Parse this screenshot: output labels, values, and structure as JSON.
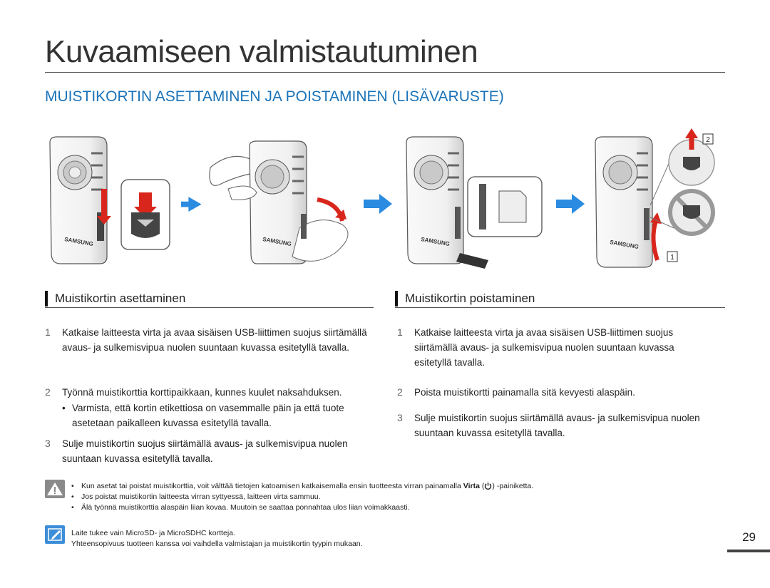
{
  "page": {
    "title": "Kuvaamiseen valmistautuminen",
    "subtitle": "MUISTIKORTIN ASETTAMINEN JA POISTAMINEN (LISÄVARUSTE)",
    "page_number": "29"
  },
  "illustration": {
    "brand": "SAMSUNG",
    "step_marker_1": "1",
    "step_marker_2": "2"
  },
  "left": {
    "heading": "Muistikortin asettaminen",
    "steps": [
      {
        "num": "1",
        "text": "Katkaise laitteesta virta ja avaa sisäisen USB-liittimen suojus siirtämällä avaus- ja sulkemisvipua nuolen suuntaan kuvassa esitetyllä tavalla."
      },
      {
        "num": "2",
        "text": "Työnnä muistikorttia korttipaikkaan, kunnes kuulet naksahduksen."
      },
      {
        "num": "3",
        "text": "Sulje muistikortin suojus siirtämällä avaus- ja sulkemisvipua nuolen suuntaan kuvassa esitetyllä tavalla."
      }
    ],
    "bullet": "Varmista, että kortin etikettiosa on vasemmalle päin ja että tuote asetetaan paikalleen kuvassa esitetyllä tavalla."
  },
  "right": {
    "heading": "Muistikortin poistaminen",
    "steps": [
      {
        "num": "1",
        "text": "Katkaise laitteesta virta ja avaa sisäisen USB-liittimen suojus siirtämällä avaus- ja sulkemisvipua nuolen suuntaan kuvassa esitetyllä tavalla."
      },
      {
        "num": "2",
        "text": "Poista muistikortti painamalla sitä kevyesti alaspäin."
      },
      {
        "num": "3",
        "text": "Sulje muistikortin suojus siirtämällä avaus- ja sulkemisvipua nuolen suuntaan kuvassa esitetyllä tavalla."
      }
    ]
  },
  "caution": {
    "line1_pre": "Kun asetat tai poistat muistikorttia, voit välttää tietojen katoamisen katkaisemalla ensin tuotteesta virran painamalla",
    "line1_bold": "Virta",
    "line1_post": "-painiketta.",
    "line2": "Jos poistat muistikortin laitteesta virran syttyessä, laitteen virta sammuu.",
    "line3": "Älä työnnä muistikorttia alaspäin liian kovaa. Muutoin se saattaa ponnahtaa ulos liian voimakkaasti."
  },
  "note": {
    "line1": "Laite tukee vain MicroSD- ja MicroSDHC kortteja.",
    "line2": "Yhteensopivuus tuotteen kanssa voi vaihdella valmistajan ja muistikortin tyypin mukaan."
  },
  "colors": {
    "accent_blue": "#1a73b8",
    "arrow_red": "#d9261c",
    "arrow_blue": "#2a8be0"
  }
}
